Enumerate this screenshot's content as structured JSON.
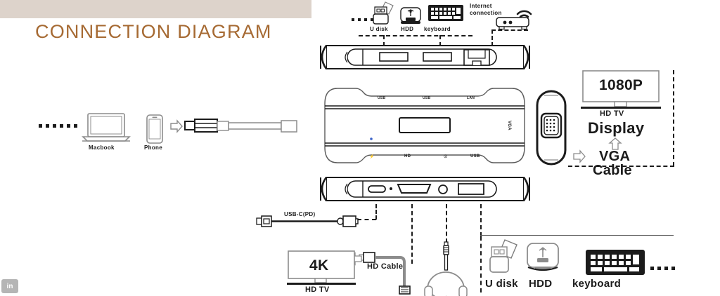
{
  "page": {
    "title": "CONNECTION DIAGRAM",
    "banner_color": "#ddd3cb",
    "title_color": "#a66a33",
    "watermark": "in"
  },
  "top_devices": {
    "ellipsis": "......",
    "items": [
      {
        "label": "U disk",
        "icon": "usb-flash-drive-icon"
      },
      {
        "label": "HDD",
        "icon": "hard-disk-drive-icon"
      },
      {
        "label": "keyboard",
        "icon": "keyboard-icon"
      }
    ],
    "internet": {
      "label_line1": "Internet",
      "label_line2": "connection",
      "icon": "wifi-router-icon"
    }
  },
  "left_devices": {
    "ellipsis": "......",
    "items": [
      {
        "label": "Macbook",
        "icon": "laptop-icon"
      },
      {
        "label": "Phone",
        "icon": "smartphone-icon"
      }
    ],
    "connector": {
      "name": "usb-c-male-connector",
      "arrow": "arrow-right"
    }
  },
  "hub": {
    "top_ports": [
      {
        "name": "usb-a-port-1",
        "type": "USB-A"
      },
      {
        "name": "usb-a-port-2",
        "type": "USB-A"
      },
      {
        "name": "rj45-lan-port",
        "type": "RJ45"
      }
    ],
    "top_port_labels": [
      "USB",
      "USB",
      "LAN"
    ],
    "bottom_ports": [
      {
        "name": "usb-c-pd-port",
        "type": "USB-C(PD)"
      },
      {
        "name": "hdmi-port",
        "type": "HDMI"
      },
      {
        "name": "audio-jack-port",
        "type": "3.5mm Audio"
      },
      {
        "name": "usb-a-port-3",
        "type": "USB-A"
      }
    ],
    "bottom_port_labels": [
      "⚡",
      "HD",
      "☉",
      "USB"
    ],
    "side_label": "VGA",
    "led_indicator": "power-led"
  },
  "right_output": {
    "vga_port_icon": "vga-port-icon",
    "arrow": "arrow-right",
    "screen_text": "1080P",
    "tv_label": "HD TV",
    "display_label": "Display",
    "up_arrow": "arrow-up",
    "cable_line1": "VGA",
    "cable_line2": "Cable"
  },
  "bottom_left": {
    "usbc_cable_label": "USB-C(PD)",
    "cable_icon": "usb-c-cable-icon"
  },
  "bottom_devices": {
    "tv": {
      "screen_text": "4K",
      "label": "HD TV",
      "icon": "tv-icon"
    },
    "hd_cable": {
      "label": "HD Cable",
      "arrow": "arrow-left",
      "icon": "hdmi-cable-icon"
    },
    "headset": {
      "icon": "headset-icon",
      "jack_icon": "audio-jack-icon"
    },
    "peripherals": [
      {
        "label": "U disk",
        "icon": "usb-flash-drive-icon"
      },
      {
        "label": "HDD",
        "icon": "hard-disk-drive-icon"
      },
      {
        "label": "keyboard",
        "icon": "keyboard-icon"
      }
    ],
    "ellipsis": "......"
  }
}
